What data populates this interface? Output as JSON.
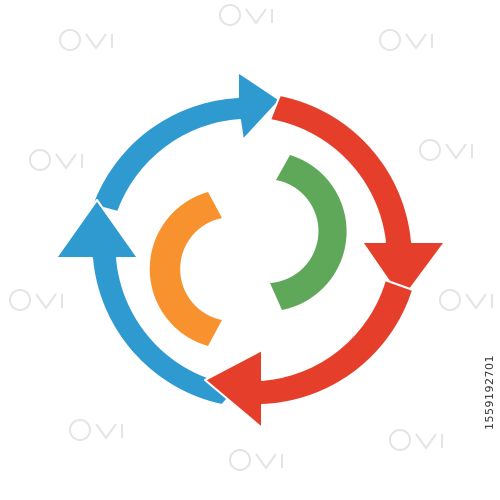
{
  "image": {
    "watermark_id": "1559192701",
    "colors": {
      "background": "#ffffff",
      "blue_arrow": "#2e9ad0",
      "red_arrow": "#e53f2c",
      "orange_arc": "#f7922e",
      "green_arc": "#5fa85a",
      "watermark": "#e4e4e4"
    },
    "elements": [
      {
        "name": "blue-cycle-arrow",
        "color_key": "blue_arrow"
      },
      {
        "name": "red-cycle-arrow",
        "color_key": "red_arrow"
      },
      {
        "name": "orange-inner-arc",
        "color_key": "orange_arc"
      },
      {
        "name": "green-inner-arc",
        "color_key": "green_arc"
      }
    ]
  }
}
